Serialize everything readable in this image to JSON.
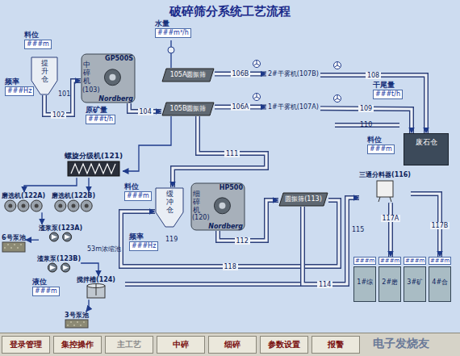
{
  "diagram": {
    "title": "破碎筛分系统工艺流程",
    "nodes": [
      {
        "text": [
          "料位",
          "###m"
        ]
      },
      {
        "text": [
          "提升仓"
        ]
      },
      {
        "text": [
          "频率",
          "###Hz"
        ]
      },
      {
        "text": [
          "GP500S",
          "中碎机",
          "(103)",
          "Nordberg"
        ]
      },
      {
        "text": [
          "水量",
          "###m³/h"
        ]
      },
      {
        "text": [
          "105A圆振筛"
        ]
      },
      {
        "text": [
          "105B圆振筛"
        ]
      },
      {
        "text": [
          "原矿量",
          "###t/h"
        ]
      },
      {
        "text": [
          "2#干雾机(107B)"
        ]
      },
      {
        "text": [
          "1#干雾机(107A)"
        ]
      },
      {
        "text": [
          "干尾量",
          "###t/h"
        ]
      },
      {
        "text": [
          "料位",
          "###m"
        ]
      },
      {
        "text": [
          "废石仓"
        ]
      },
      {
        "text": [
          "螺旋分级机(121)"
        ]
      },
      {
        "text": [
          "磨选机(122A)"
        ]
      },
      {
        "text": [
          "磨选机(122B)"
        ]
      },
      {
        "text": [
          "渣浆泵(123A)"
        ]
      },
      {
        "text": [
          "6号泵池"
        ]
      },
      {
        "text": [
          "渣浆泵(123B)"
        ]
      },
      {
        "text": [
          "液位",
          "###m"
        ]
      },
      {
        "text": [
          "搅拌槽(124)"
        ]
      },
      {
        "text": [
          "3号泵池"
        ]
      },
      {
        "text": [
          "料位",
          "###m"
        ]
      },
      {
        "text": [
          "缓冲仓"
        ]
      },
      {
        "text": [
          "频率",
          "###Hz"
        ]
      },
      {
        "text": [
          "HP500",
          "细碎机",
          "(120)",
          "Nordberg"
        ]
      },
      {
        "text": [
          "圆振筛(113)"
        ]
      },
      {
        "text": [
          "三通分料器(116)"
        ]
      },
      {
        "text": [
          "###m",
          "1#综"
        ]
      },
      {
        "text": [
          "###m",
          "2#磨"
        ]
      },
      {
        "text": [
          "###m",
          "3#矿"
        ]
      },
      {
        "text": [
          "###m",
          "4#合"
        ]
      },
      {
        "text": [
          "登录管理"
        ]
      },
      {
        "text": [
          "集控操作"
        ]
      },
      {
        "text": [
          "主工艺"
        ]
      },
      {
        "text": [
          "中碎"
        ]
      },
      {
        "text": [
          "细碎"
        ]
      },
      {
        "text": [
          "参数设置"
        ]
      },
      {
        "text": [
          "报警"
        ]
      }
    ],
    "edges": [
      {
        "from": 1,
        "to": 3,
        "label": "102",
        "arrow": "to"
      },
      {
        "from": 3,
        "to": 6,
        "label": "104",
        "arrow": "to"
      },
      {
        "from": 5,
        "to": 8,
        "label": "106B",
        "arrow": "to"
      },
      {
        "from": 6,
        "to": 9,
        "label": "106A",
        "arrow": "to"
      },
      {
        "from": 8,
        "to": 12,
        "label": "108",
        "arrow": "to"
      },
      {
        "from": 9,
        "to": 12,
        "label": "109",
        "arrow": "to"
      },
      {
        "from": 6,
        "to": 23,
        "label": "111",
        "arrow": "to"
      },
      {
        "from": 25,
        "to": 26,
        "label": "112",
        "arrow": "to"
      },
      {
        "from": 26,
        "to": 23,
        "label": "118",
        "arrow": "to"
      },
      {
        "from": 26,
        "to": 27,
        "label": "114",
        "arrow": "to"
      },
      {
        "from": 27,
        "to": 29,
        "label": "117A",
        "arrow": "to"
      },
      {
        "from": 27,
        "to": 31,
        "label": "117B",
        "arrow": "to"
      },
      {
        "from": 6,
        "to": 13,
        "arrow": "to"
      },
      {
        "from": 13,
        "to": 14,
        "arrow": "to"
      },
      {
        "from": 13,
        "to": 15,
        "arrow": "to"
      },
      {
        "from": 14,
        "to": 16,
        "arrow": "to"
      },
      {
        "from": 16,
        "to": 17,
        "arrow": "to"
      },
      {
        "from": 18,
        "to": 20,
        "arrow": "to"
      },
      {
        "from": 20,
        "to": 21,
        "arrow": "to"
      }
    ],
    "labels": [
      "101",
      "119",
      "115",
      "110",
      "53m浓缩池",
      "电子发烧友"
    ]
  }
}
